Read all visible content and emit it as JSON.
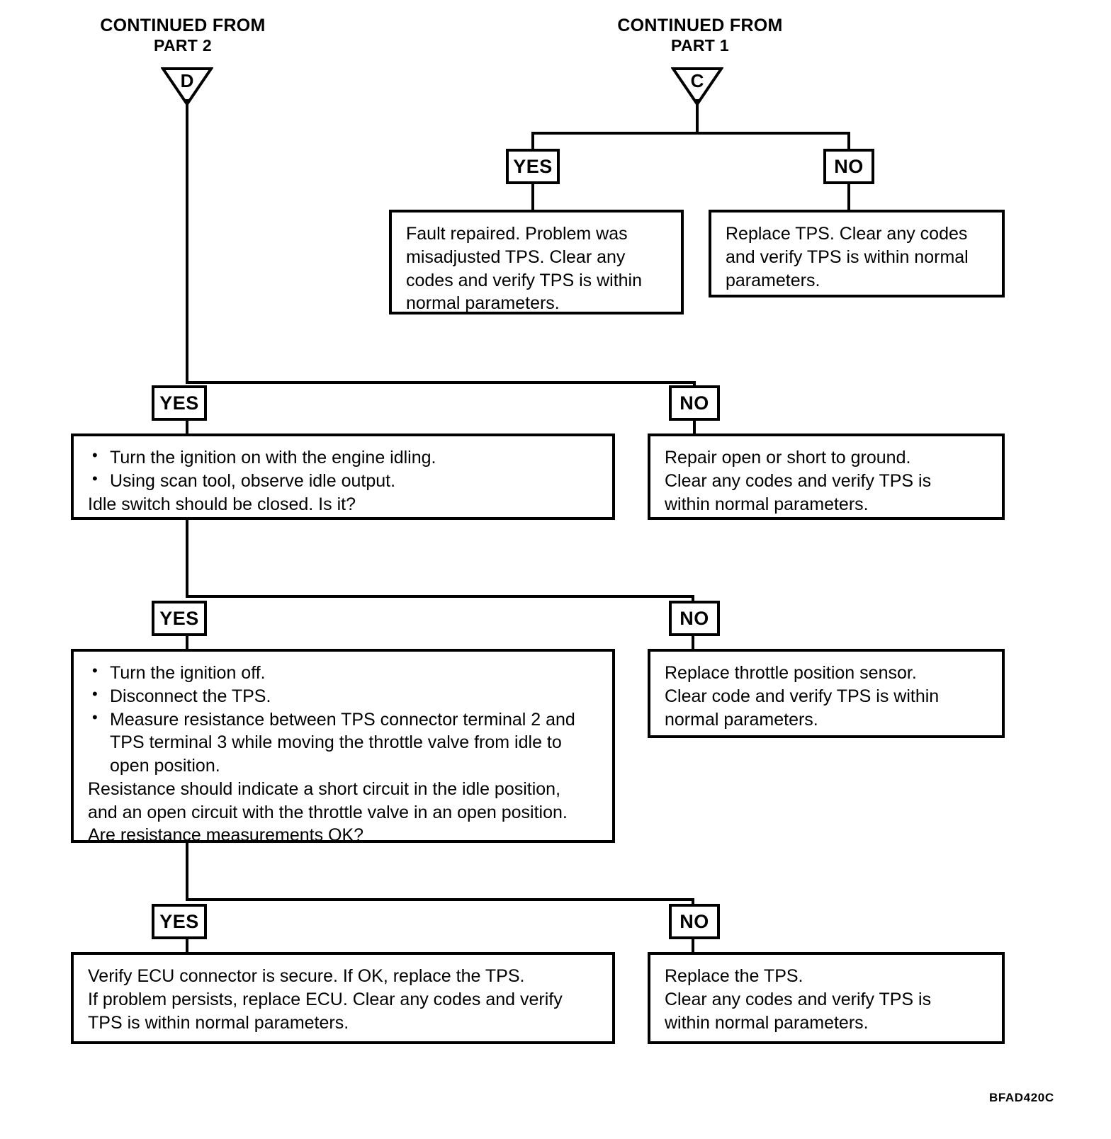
{
  "diagram": {
    "type": "troubleshooting-flowchart",
    "title_left": {
      "line1": "CONTINUED FROM",
      "line2": "PART 2"
    },
    "title_right": {
      "line1": "CONTINUED FROM",
      "line2": "PART 1"
    },
    "connectors": [
      {
        "id": "conn-d",
        "letter": "D",
        "source": "PART 2"
      },
      {
        "id": "conn-c",
        "letter": "C",
        "source": "PART 1"
      }
    ],
    "branch_labels": {
      "yes": "YES",
      "no": "NO"
    },
    "nodes": {
      "c_yes": {
        "label": "YES",
        "lines": [
          "Fault repaired. Problem was",
          "misadjusted TPS. Clear any",
          "codes and verify TPS is within",
          "normal parameters."
        ]
      },
      "c_no": {
        "label": "NO",
        "lines": [
          "Replace TPS. Clear any codes",
          "and verify TPS is within normal",
          "parameters."
        ]
      },
      "d_yes": {
        "label": "YES",
        "bullets": [
          "Turn the ignition on with the engine idling.",
          "Using scan tool, observe idle output."
        ],
        "lines": [
          "Idle switch should be closed. Is it?"
        ]
      },
      "d_no": {
        "label": "NO",
        "lines": [
          "Repair open or short to ground.",
          "Clear any codes and verify TPS is",
          "within normal parameters."
        ]
      },
      "idle_yes": {
        "label": "YES",
        "bullets": [
          "Turn the ignition off.",
          "Disconnect the TPS.",
          "Measure resistance between TPS connector terminal 2 and TPS terminal 3 while moving the throttle valve from idle to open position."
        ],
        "lines": [
          "Resistance should indicate a short circuit in the idle position,",
          "and an open circuit with the throttle valve in an open position.",
          "Are resistance measurements OK?"
        ]
      },
      "idle_no": {
        "label": "NO",
        "lines": [
          "Replace throttle position sensor.",
          "Clear code and verify TPS is within",
          "normal parameters."
        ]
      },
      "res_yes": {
        "label": "YES",
        "lines": [
          "Verify ECU connector is secure. If OK, replace the TPS.",
          "If problem persists, replace ECU. Clear any codes and verify",
          "TPS is within normal parameters."
        ]
      },
      "res_no": {
        "label": "NO",
        "lines": [
          "Replace the TPS.",
          "Clear any codes and verify TPS is",
          "within normal parameters."
        ]
      }
    },
    "figure_code": "BFAD420C",
    "colors": {
      "background": "#ffffff",
      "line": "#000000",
      "text": "#000000"
    }
  }
}
